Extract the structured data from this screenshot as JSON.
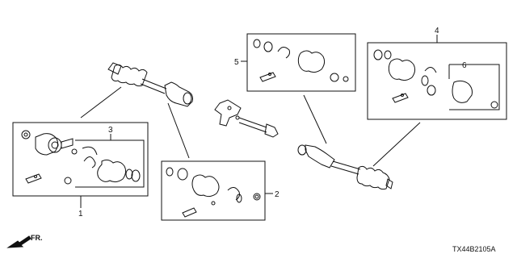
{
  "diagram": {
    "callouts": [
      "1",
      "2",
      "3",
      "4",
      "5",
      "6"
    ],
    "direction_label": "FR.",
    "diagram_code": "TX44B2105A"
  }
}
